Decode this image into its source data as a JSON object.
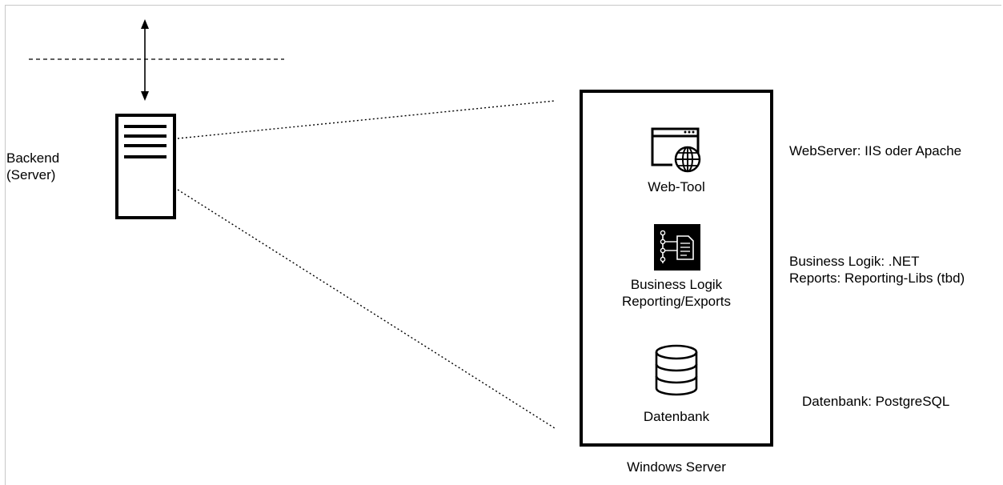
{
  "backend": {
    "label_line1": "Backend",
    "label_line2": "(Server)"
  },
  "server_box": {
    "caption": "Windows Server",
    "components": {
      "web_tool": {
        "label": "Web-Tool",
        "icon": "web-browser-globe-icon"
      },
      "business": {
        "label_line1": "Business Logik",
        "label_line2": "Reporting/Exports",
        "icon": "process-document-icon"
      },
      "database": {
        "label": "Datenbank",
        "icon": "database-icon"
      }
    }
  },
  "notes": {
    "webserver": "WebServer: IIS oder Apache",
    "business_line1": "Business Logik: .NET",
    "business_line2": "Reports: Reporting-Libs (tbd)",
    "database": "Datenbank: PostgreSQL"
  }
}
